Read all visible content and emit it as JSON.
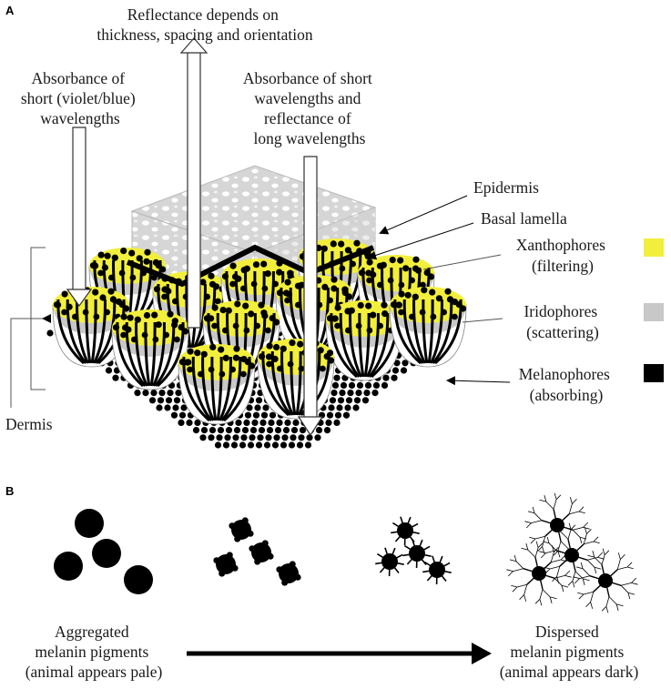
{
  "panel_a": {
    "letter": "A",
    "reflectance_label": [
      "Reflectance depends on",
      "thickness, spacing and orientation"
    ],
    "short_absorb_label": [
      "Absorbance of",
      "short (violet/blue)",
      "wavelengths"
    ],
    "short_long_label": [
      "Absorbance of short",
      "wavelengths and",
      "reflectance of",
      "long wavelengths"
    ],
    "layers": {
      "epidermis": "Epidermis",
      "basal_lamella": "Basal lamella",
      "xanthophores": [
        "Xanthophores",
        "(filtering)"
      ],
      "iridophores": [
        "Iridophores",
        "(scattering)"
      ],
      "melanophores": [
        "Melanophores",
        "(absorbing)"
      ],
      "dermis": "Dermis"
    },
    "colors": {
      "xanthophore": "#f2ef3c",
      "iridophore": "#c8c8c8",
      "melanophore": "#000000",
      "epidermis": "#d9d9d9"
    }
  },
  "panel_b": {
    "letter": "B",
    "left_label": [
      "Aggregated",
      "melanin pigments",
      "(animal appears pale)"
    ],
    "right_label": [
      "Dispersed",
      "melanin pigments",
      "(animal appears dark)"
    ]
  }
}
